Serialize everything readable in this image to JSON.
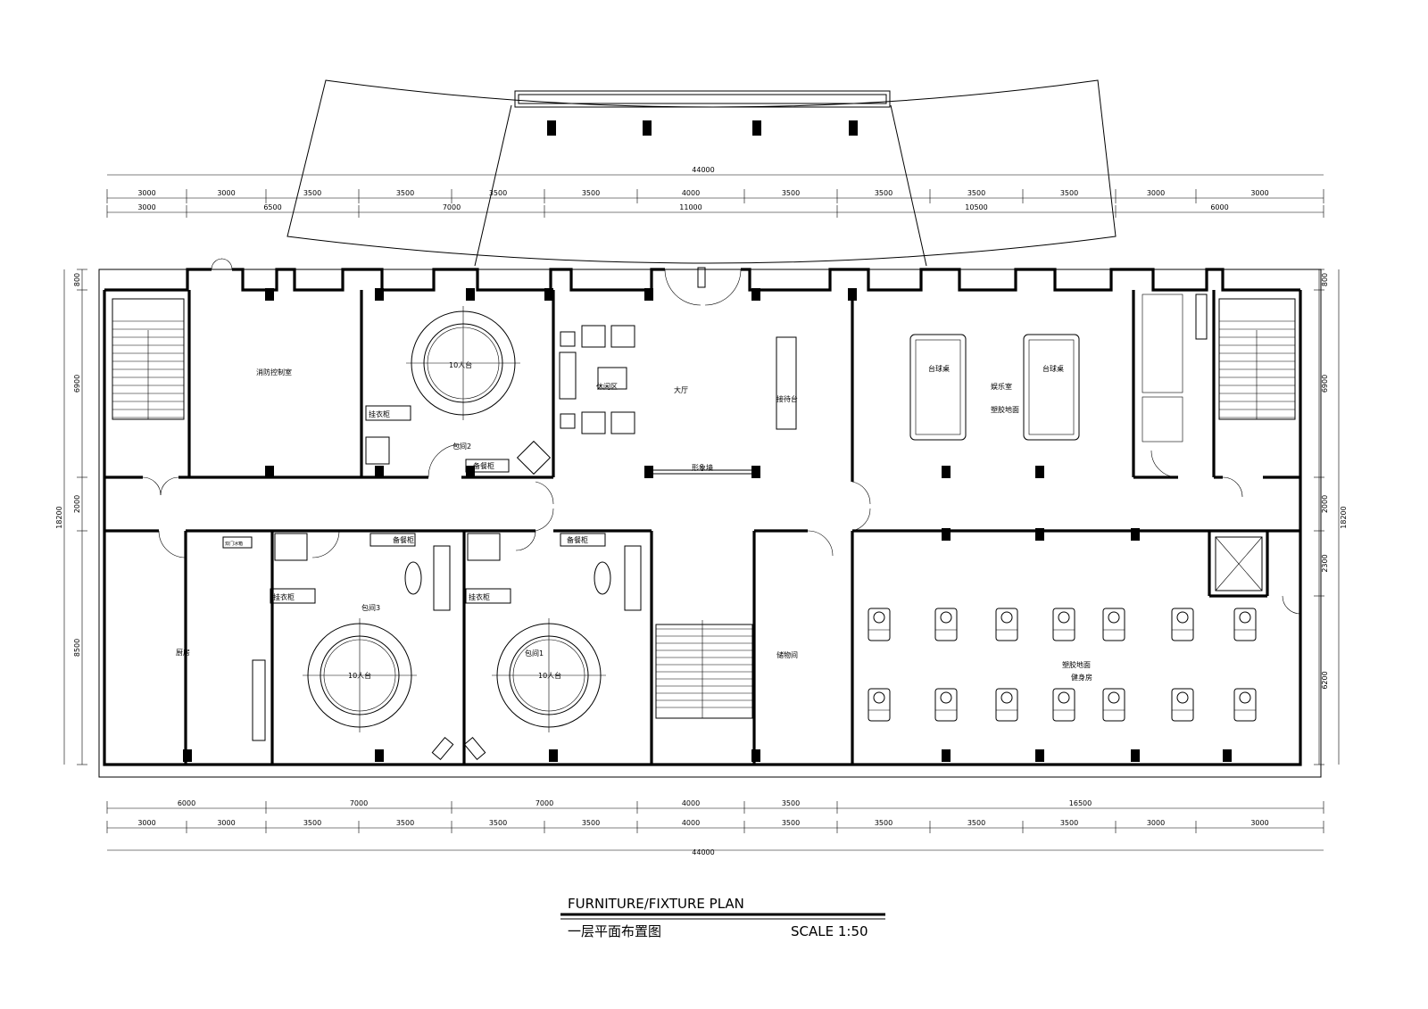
{
  "title": {
    "english": "FURNITURE/FIXTURE PLAN",
    "chinese": "一层平面布置图",
    "scale": "SCALE  1:50"
  },
  "rooms": {
    "fire_control": "消防控制室",
    "private_room_2": "包间2",
    "private_room_3": "包间3",
    "private_room_1": "包间1",
    "lounge": "休闲区",
    "hall": "大厅",
    "reception": "接待台",
    "image_wall": "形象墙",
    "recreation": "娱乐室",
    "recreation_floor": "塑胶地面",
    "billiards_1": "台球桌",
    "billiards_2": "台球桌",
    "kitchen": "厨房",
    "storage": "储物间",
    "gym": "健身房",
    "gym_floor": "塑胶地面",
    "table_2": "10人台",
    "table_3": "10人台",
    "table_1": "10人台",
    "coat_2": "挂衣柜",
    "coat_3": "挂衣柜",
    "coat_1": "挂衣柜",
    "sideboard_2": "备餐柜",
    "sideboard_3": "备餐柜",
    "sideboard_1": "备餐柜",
    "kitchen_fixture": "双门冰箱"
  },
  "dims": {
    "top_total": "44000",
    "top_row1": [
      "3000",
      "3000",
      "3500",
      "3500",
      "3500",
      "3500",
      "4000",
      "3500",
      "3500",
      "3500",
      "3500",
      "3000",
      "3000"
    ],
    "top_row2": [
      "3000",
      "6500",
      "7000",
      "11000",
      "10500",
      "6000"
    ],
    "bottom_row1": [
      "6000",
      "7000",
      "7000",
      "4000",
      "3500",
      "16500"
    ],
    "bottom_row2": [
      "3000",
      "3000",
      "3500",
      "3500",
      "3500",
      "3500",
      "4000",
      "3500",
      "3500",
      "3500",
      "3500",
      "3000",
      "3000"
    ],
    "bottom_total": "44000",
    "left_outer": "18200",
    "left_inner": [
      "800",
      "6900",
      "2000",
      "8500"
    ],
    "right_outer": "18200",
    "right_inner": [
      "800",
      "6900",
      "2000",
      "2300",
      "6200"
    ]
  }
}
